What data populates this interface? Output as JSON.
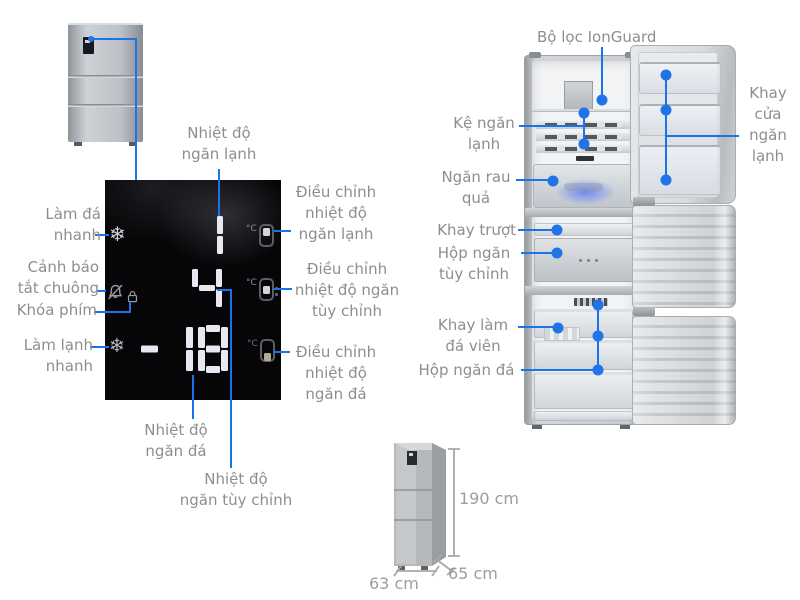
{
  "colors": {
    "accent": "#1a73e8",
    "dot": "#2173e8",
    "label": "#8e8e8e",
    "dim_label": "#9d9d9d",
    "panel_bg": "#060608",
    "digit": "#eae7f3"
  },
  "panel": {
    "unit": "°C",
    "display": {
      "fridge_temp": "1",
      "custom_temp": "4",
      "freezer_temp": "-18"
    },
    "labels": {
      "fridge_temp": "Nhiệt độ\nngăn lạnh",
      "adjust_fridge": "Điều chỉnh\nnhiệt độ\nngăn lạnh",
      "adjust_custom": "Điều chỉnh\nnhiệt độ ngăn\ntùy chỉnh",
      "adjust_freezer": "Điều chỉnh\nnhiệt độ\nngăn đá",
      "fast_ice": "Làm đá\nnhanh",
      "alarm_mute": "Cảnh báo\ntắt chuông",
      "key_lock": "Khóa phím",
      "fast_cool": "Làm lạnh\nnhanh",
      "freezer_temp": "Nhiệt độ\nngăn đá",
      "custom_temp": "Nhiệt độ\nngăn tùy chỉnh"
    }
  },
  "fridge": {
    "labels": {
      "ion_filter": "Bộ lọc IonGuard",
      "shelf": "Kệ ngăn\nlạnh",
      "veg_drawer": "Ngăn rau\nquả",
      "door_tray": "Khay\ncửa\nngăn\nlạnh",
      "slide_tray": "Khay trượt",
      "custom_box": "Hộp ngăn\ntùy chỉnh",
      "ice_tray": "Khay làm\nđá viên",
      "freezer_box": "Hộp ngăn đá"
    }
  },
  "dimensions": {
    "height": "190 cm",
    "width": "63 cm",
    "depth": "65 cm"
  }
}
